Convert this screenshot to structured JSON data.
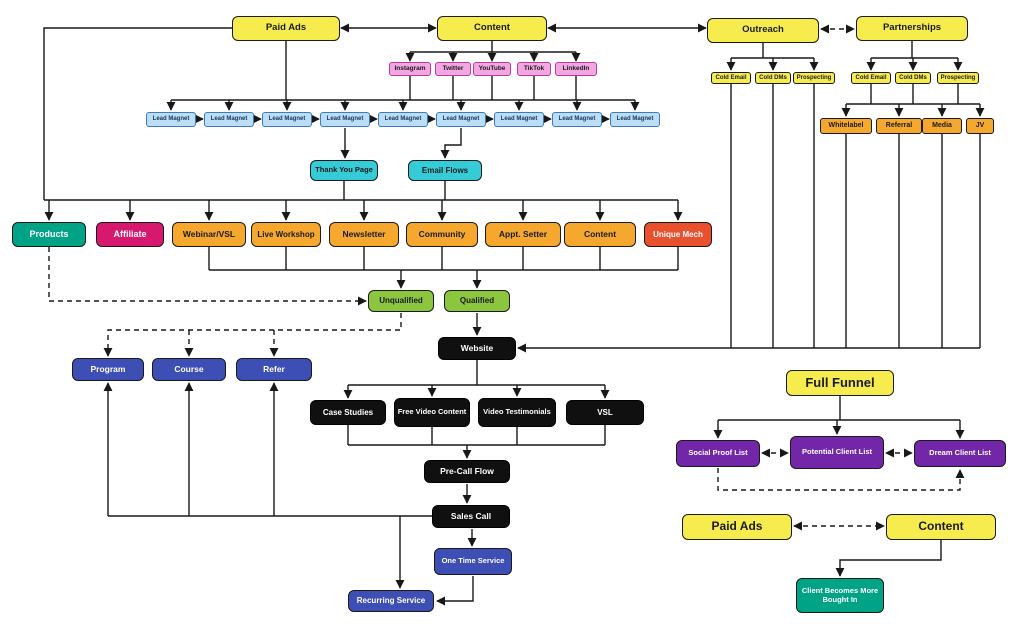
{
  "palette": {
    "yellow": "#F7EC4E",
    "pink": "#F2A7E3",
    "blue": "#BBDDF5",
    "cyan": "#35CCD8",
    "orange": "#F5A72E",
    "teal": "#00A385",
    "crimson": "#D6186E",
    "red": "#E8502E",
    "green": "#8CC63E",
    "black": "#101010",
    "indigo": "#3D4EB5",
    "purple": "#7227A8"
  },
  "lead_magnets": [
    "Lead Magnet",
    "Lead Magnet",
    "Lead Magnet",
    "Lead Magnet",
    "Lead Magnet",
    "Lead Magnet",
    "Lead Magnet",
    "Lead Magnet",
    "Lead Magnet"
  ],
  "nodes": {
    "paid_ads_top": {
      "label": "Paid Ads"
    },
    "content_top": {
      "label": "Content"
    },
    "outreach": {
      "label": "Outreach"
    },
    "partnerships": {
      "label": "Partnerships"
    },
    "instagram": {
      "label": "Instagram"
    },
    "twitter": {
      "label": "Twitter"
    },
    "youtube": {
      "label": "YouTube"
    },
    "tiktok": {
      "label": "TikTok"
    },
    "linkedin": {
      "label": "LinkedIn"
    },
    "outreach_cold_email": {
      "label": "Cold Email"
    },
    "outreach_cold_dms": {
      "label": "Cold DMs"
    },
    "outreach_prospecting": {
      "label": "Prospecting"
    },
    "partner_cold_email": {
      "label": "Cold Email"
    },
    "partner_cold_dms": {
      "label": "Cold DMs"
    },
    "partner_prospecting": {
      "label": "Prospecting"
    },
    "whitelabel": {
      "label": "Whitelabel"
    },
    "referral": {
      "label": "Referral"
    },
    "media": {
      "label": "Media"
    },
    "jv": {
      "label": "JV"
    },
    "thank_you_page": {
      "label": "Thank You Page"
    },
    "email_flows": {
      "label": "Email Flows"
    },
    "products": {
      "label": "Products"
    },
    "affiliate": {
      "label": "Affiliate"
    },
    "webinar_vsl": {
      "label": "Webinar/VSL"
    },
    "live_workshop": {
      "label": "Live Workshop"
    },
    "newsletter": {
      "label": "Newsletter"
    },
    "community": {
      "label": "Community"
    },
    "appt_setter": {
      "label": "Appt. Setter"
    },
    "content_mid": {
      "label": "Content"
    },
    "unique_mech": {
      "label": "Unique Mech"
    },
    "unqualified": {
      "label": "Unqualified"
    },
    "qualified": {
      "label": "Qualified"
    },
    "website": {
      "label": "Website"
    },
    "program": {
      "label": "Program"
    },
    "course": {
      "label": "Course"
    },
    "refer": {
      "label": "Refer"
    },
    "case_studies": {
      "label": "Case Studies"
    },
    "free_video_content": {
      "label": "Free Video Content"
    },
    "video_testimonials": {
      "label": "Video Testimonials"
    },
    "vsl": {
      "label": "VSL"
    },
    "pre_call_flow": {
      "label": "Pre-Call Flow"
    },
    "sales_call": {
      "label": "Sales Call"
    },
    "one_time_service": {
      "label": "One Time Service"
    },
    "recurring_service": {
      "label": "Recurring Service"
    },
    "full_funnel": {
      "label": "Full Funnel"
    },
    "social_proof_list": {
      "label": "Social Proof List"
    },
    "potential_client_list": {
      "label": "Potential Client List"
    },
    "dream_client_list": {
      "label": "Dream Client List"
    },
    "paid_ads_bottom": {
      "label": "Paid Ads"
    },
    "content_bottom": {
      "label": "Content"
    },
    "client_bought_in": {
      "label": "Client Becomes More Bought In"
    }
  }
}
